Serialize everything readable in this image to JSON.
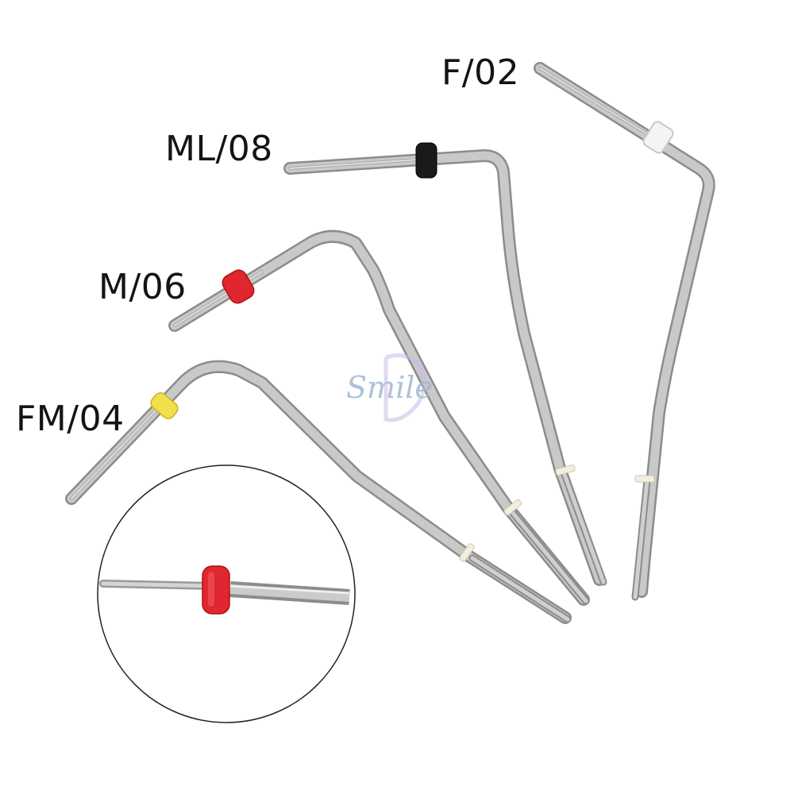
{
  "labels": {
    "f02": "F/02",
    "ml08": "ML/08",
    "m06": "M/06",
    "fm04": "FM/04"
  },
  "watermark": "Smile",
  "stoppers": {
    "f02": "#f4f4f4",
    "ml08": "#1a1a1a",
    "m06": "#e0262e",
    "fm04": "#f1e04a"
  },
  "metal_color": "#b9b9b9"
}
